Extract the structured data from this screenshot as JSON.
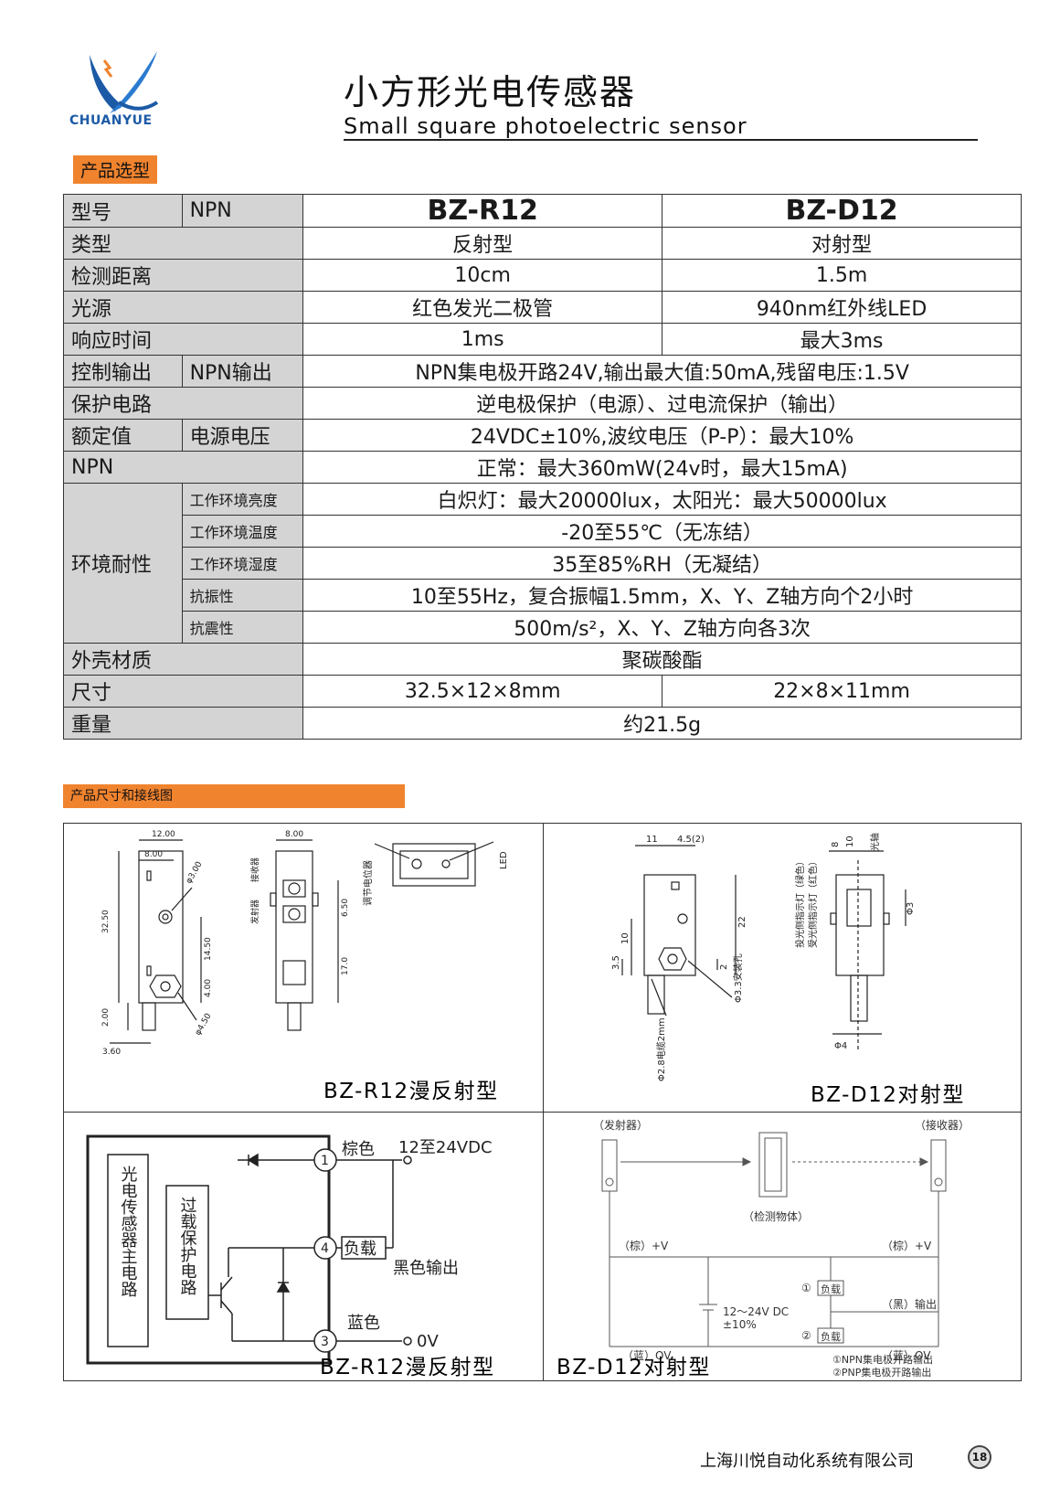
{
  "header": {
    "brand": "CHUANYUE",
    "title_cn": "小方形光电传感器",
    "title_en": "Small square photoelectric sensor"
  },
  "section1_tag": "产品选型",
  "section2_tag": "产品尺寸和接线图",
  "spec": {
    "model_label": "型号",
    "model_sub": "NPN",
    "model_a": "BZ-R12",
    "model_b": "BZ-D12",
    "type_label": "类型",
    "type_a": "反射型",
    "type_b": "对射型",
    "dist_label": "检测距离",
    "dist_a": "10cm",
    "dist_b": "1.5m",
    "light_label": "光源",
    "light_a": "红色发光二极管",
    "light_b": "940nm红外线LED",
    "resp_label": "响应时间",
    "resp_a": "1ms",
    "resp_b": "最大3ms",
    "ctrl_label": "控制输出",
    "ctrl_sub": "NPN输出",
    "ctrl_val": "NPN集电极开路24V,输出最大值:50mA,残留电压:1.5V",
    "prot_label": "保护电路",
    "prot_val": "逆电极保护（电源）、过电流保护（输出）",
    "rated_label": "额定值",
    "rated_sub": "电源电压",
    "rated_val": "24VDC±10%,波纹电压（P-P）：最大10%",
    "npn_label": "NPN",
    "npn_val": "正常：最大360mW(24v时，最大15mA)",
    "env_label": "环境耐性",
    "env_rows": [
      {
        "label": "工作环境亮度",
        "value": "白炽灯：最大20000lux，太阳光：最大50000lux"
      },
      {
        "label": "工作环境温度",
        "value": "-20至55℃（无冻结）"
      },
      {
        "label": "工作环境湿度",
        "value": "35至85%RH（无凝结）"
      },
      {
        "label": "抗振性",
        "value": "10至55Hz，复合振幅1.5mm，X、Y、Z轴方向个2小时"
      },
      {
        "label": "抗震性",
        "value": "500m/s²，X、Y、Z轴方向各3次"
      }
    ],
    "shell_label": "外壳材质",
    "shell_val": "聚碳酸酯",
    "size_label": "尺寸",
    "size_a": "32.5×12×8mm",
    "size_b": "22×8×11mm",
    "weight_label": "重量",
    "weight_val": "约21.5g"
  },
  "diagrams": {
    "r12_dims": {
      "w12": "12.00",
      "w8": "8.00",
      "w8b": "8.00",
      "h32": "32.50",
      "d3": "φ3.00",
      "h14": "14.50",
      "h4": "4.00",
      "h2": "2.00",
      "w36": "3.60",
      "d45": "φ4.50",
      "h65": "6.50",
      "h17": "17.0",
      "pot": "调节电位器",
      "led": "LED",
      "emit": "发射器",
      "recv": "接收器"
    },
    "d12_dims": {
      "w11": "11",
      "w45": "4.5(2)",
      "h10": "10",
      "h35": "3.5",
      "h22": "22",
      "h2": "2",
      "hole": "Φ3.3安装孔",
      "cable": "Φ2.8电缆2mm",
      "w8": "8",
      "w10": "10",
      "d3": "Φ3",
      "d4": "Φ4",
      "axis": "光轴",
      "ind1": "投光侧指示灯（绿色）",
      "ind2": "受光侧指示灯（红色）"
    },
    "cap_r12_top": "BZ-R12漫反射型",
    "cap_d12_top": "BZ-D12对射型",
    "wiring_r12": {
      "main": "光电传感器主电路",
      "prot": "过载保护电路",
      "p1": "1",
      "p4": "4",
      "p3": "3",
      "brown": "棕色",
      "vdc": "12至24VDC",
      "load": "负载",
      "black": "黑色输出",
      "blue": "蓝色",
      "ov": "0V"
    },
    "wiring_d12": {
      "emitter": "（发射器）",
      "receiver": "（接收器）",
      "object": "（检测物体）",
      "brown_l": "（棕）+V",
      "brown_r": "（棕）+V",
      "supply": "12～24V DC",
      "tol": "±10%",
      "n1": "①",
      "n2": "②",
      "load": "负载",
      "black": "（黑）输出",
      "blue_l": "（蓝）OV",
      "blue_r": "（蓝）OV",
      "note1": "①NPN集电极开路输出",
      "note2": "②PNP集电极开路输出"
    },
    "cap_r12_bottom": "BZ-R12漫反射型",
    "cap_d12_bottom": "BZ-D12对射型"
  },
  "footer": {
    "company": "上海川悦自动化系统有限公司",
    "page": "18"
  },
  "colors": {
    "accent": "#f0832e",
    "brand": "#1c5aa6",
    "header_cell": "#d4d4d4"
  }
}
